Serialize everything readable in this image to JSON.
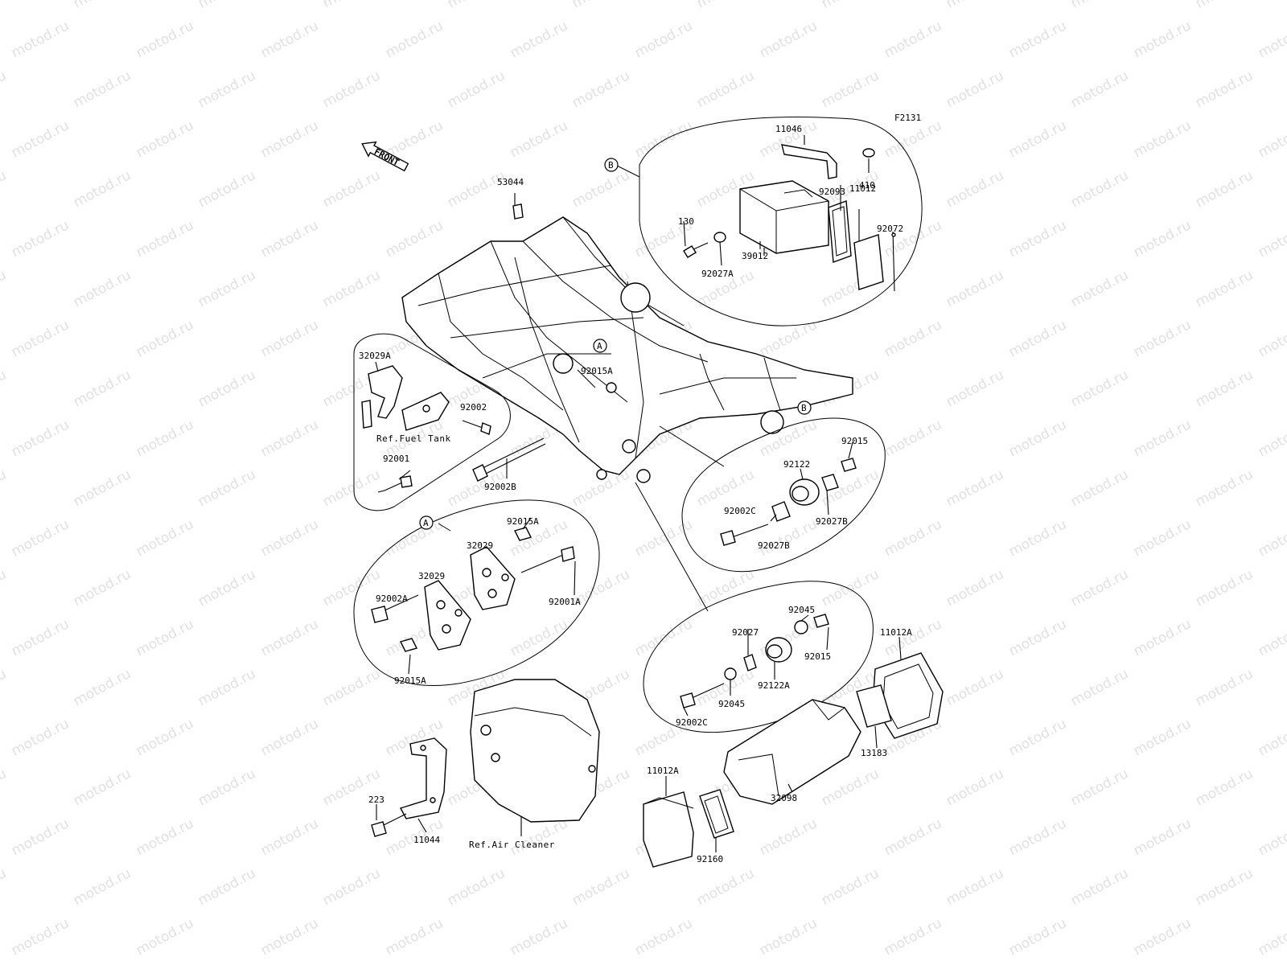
{
  "watermark": "motod.ru",
  "figure_id": "F2131",
  "front_label": "FRONT",
  "callouts": {
    "a": "A",
    "b": "B"
  },
  "references": {
    "fuel_tank": "Ref.Fuel Tank",
    "air_cleaner": "Ref.Air Cleaner"
  },
  "parts": [
    {
      "key": "p53044",
      "text": "53044"
    },
    {
      "key": "p11046",
      "text": "11046"
    },
    {
      "key": "p410",
      "text": "410"
    },
    {
      "key": "p92093",
      "text": "92093"
    },
    {
      "key": "p11012",
      "text": "11012"
    },
    {
      "key": "p92072",
      "text": "92072"
    },
    {
      "key": "p130",
      "text": "130"
    },
    {
      "key": "p39012",
      "text": "39012"
    },
    {
      "key": "p92027A",
      "text": "92027A"
    },
    {
      "key": "p32029A",
      "text": "32029A"
    },
    {
      "key": "p92015A_top",
      "text": "92015A"
    },
    {
      "key": "p92002",
      "text": "92002"
    },
    {
      "key": "p92001",
      "text": "92001"
    },
    {
      "key": "p92002B",
      "text": "92002B"
    },
    {
      "key": "p92015",
      "text": "92015"
    },
    {
      "key": "p92122",
      "text": "92122"
    },
    {
      "key": "p92002C_r",
      "text": "92002C"
    },
    {
      "key": "p92027B_a",
      "text": "92027B"
    },
    {
      "key": "p92027B_b",
      "text": "92027B"
    },
    {
      "key": "p92015A_a",
      "text": "92015A"
    },
    {
      "key": "p32029_a",
      "text": "32029"
    },
    {
      "key": "p32029_b",
      "text": "32029"
    },
    {
      "key": "p92002A",
      "text": "92002A"
    },
    {
      "key": "p92001A",
      "text": "92001A"
    },
    {
      "key": "p92015A_b",
      "text": "92015A"
    },
    {
      "key": "p92045_a",
      "text": "92045"
    },
    {
      "key": "p92027",
      "text": "92027"
    },
    {
      "key": "p92015_b",
      "text": "92015"
    },
    {
      "key": "p92122A",
      "text": "92122A"
    },
    {
      "key": "p92045_b",
      "text": "92045"
    },
    {
      "key": "p92002C_b",
      "text": "92002C"
    },
    {
      "key": "p11012A_r",
      "text": "11012A"
    },
    {
      "key": "p13183",
      "text": "13183"
    },
    {
      "key": "p32098",
      "text": "32098"
    },
    {
      "key": "p11012A_l",
      "text": "11012A"
    },
    {
      "key": "p92160",
      "text": "92160"
    },
    {
      "key": "p223",
      "text": "223"
    },
    {
      "key": "p11044",
      "text": "11044"
    }
  ]
}
